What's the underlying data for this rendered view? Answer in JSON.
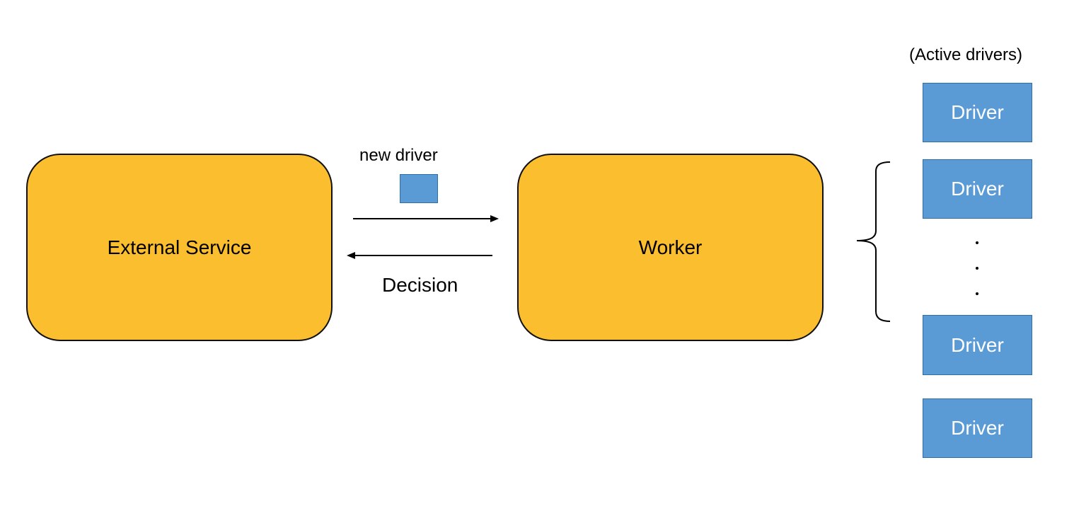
{
  "diagram": {
    "nodes": {
      "external_service": {
        "label": "External Service"
      },
      "worker": {
        "label": "Worker"
      }
    },
    "edges": {
      "to_worker": {
        "label": "new driver"
      },
      "to_service": {
        "label": "Decision"
      }
    },
    "active_drivers": {
      "title": "(Active drivers)",
      "items": [
        {
          "label": "Driver"
        },
        {
          "label": "Driver"
        },
        {
          "label": "Driver"
        },
        {
          "label": "Driver"
        }
      ],
      "ellipsis": [
        ".",
        ".",
        "."
      ]
    },
    "colors": {
      "process_fill": "#FBBE2E",
      "driver_fill": "#5B9BD5",
      "driver_border": "#2F6EA8",
      "text": "#000000",
      "driver_text": "#FFFFFF"
    }
  }
}
